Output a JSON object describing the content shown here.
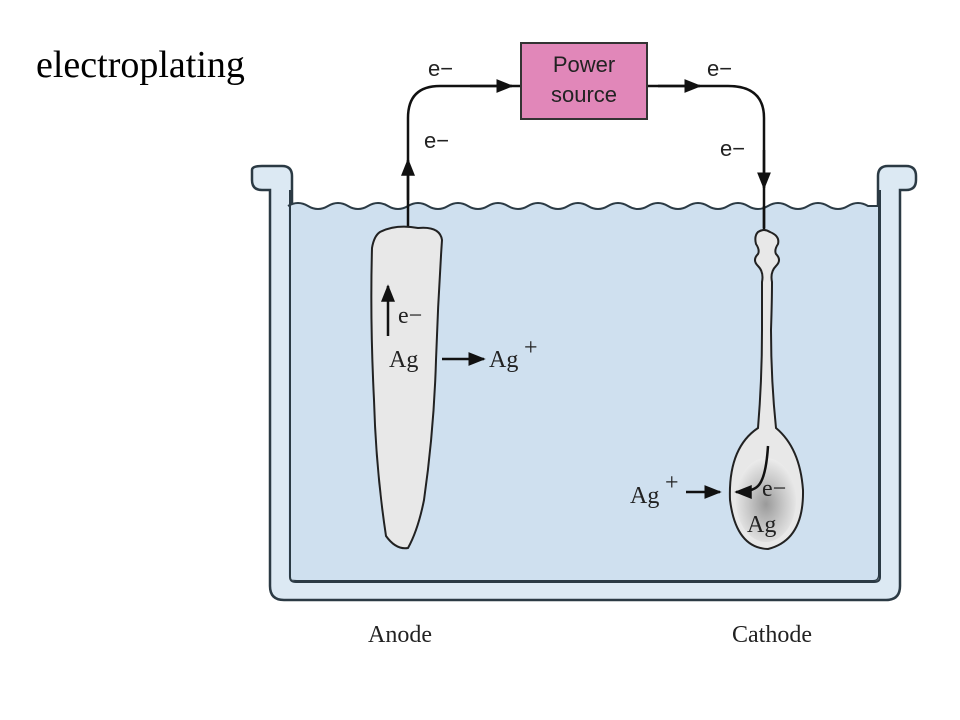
{
  "title": "electroplating",
  "power_source": {
    "line1": "Power",
    "line2": "source"
  },
  "electron_labels": {
    "top_left": "e−",
    "top_right": "e−",
    "anode_wire": "e−",
    "cathode_wire": "e−",
    "in_anode": "e−",
    "in_cathode": "e−"
  },
  "anode_reaction": {
    "reactant": "Ag",
    "product": "Ag",
    "product_charge": "+"
  },
  "cathode_reaction": {
    "reactant": "Ag",
    "reactant_charge": "+",
    "product": "Ag"
  },
  "labels": {
    "anode": "Anode",
    "cathode": "Cathode"
  },
  "colors": {
    "solution": "#cfe0ef",
    "tank_wall": "#dce9f3",
    "tank_outline": "#2b3a44",
    "electrode": "#e8e8e8",
    "power_box": "#e187b9",
    "wire": "#111111"
  }
}
